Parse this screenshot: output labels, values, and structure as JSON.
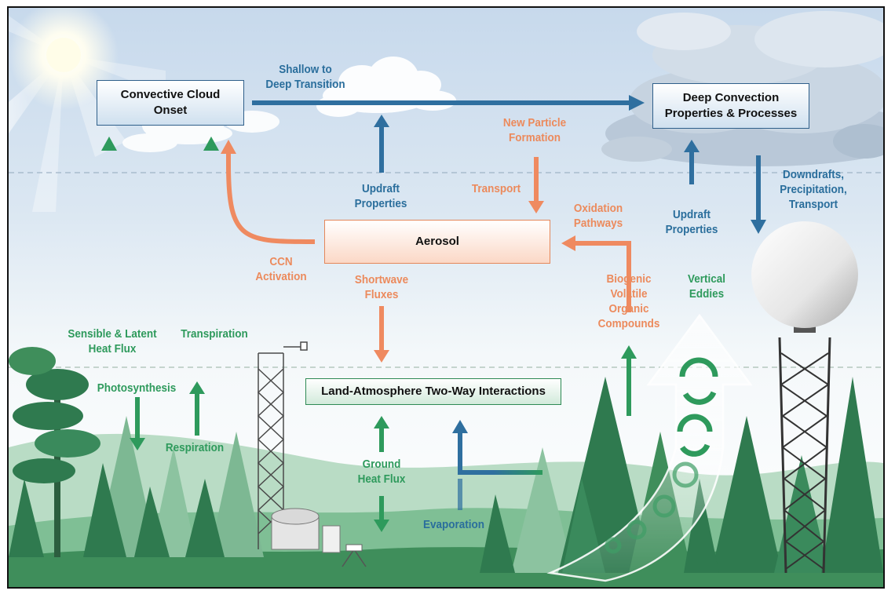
{
  "boxes": {
    "convective_cloud_onset": "Convective Cloud\nOnset",
    "deep_convection": "Deep Convection\nProperties & Processes",
    "aerosol": "Aerosol",
    "land_atmosphere": "Land-Atmosphere Two-Way Interactions"
  },
  "labels": {
    "shallow_to_deep": "Shallow to\nDeep Transition",
    "new_particle_formation": "New Particle\nFormation",
    "downdrafts": "Downdrafts,\nPrecipitation,\nTransport",
    "updraft_properties_center": "Updraft\nProperties",
    "transport": "Transport",
    "oxidation_pathways": "Oxidation\nPathways",
    "updraft_properties_right": "Updraft\nProperties",
    "ccn_activation": "CCN\nActivation",
    "shortwave_fluxes": "Shortwave\nFluxes",
    "biogenic_voc": "Biogenic\nVolatile\nOrganic\nCompounds",
    "vertical_eddies": "Vertical\nEddies",
    "sensible_latent": "Sensible & Latent\nHeat Flux",
    "transpiration": "Transpiration",
    "photosynthesis": "Photosynthesis",
    "respiration": "Respiration",
    "ground_heat_flux": "Ground\nHeat Flux",
    "evaporation": "Evaporation"
  },
  "colors": {
    "blue_arrow": "#2f6f9f",
    "orange_arrow": "#ef8a60",
    "green_arrow": "#2e9a5c",
    "sky_top": "#c9dbee",
    "forest_dark": "#2f7a4f",
    "forest_light": "#9fcdb0"
  }
}
